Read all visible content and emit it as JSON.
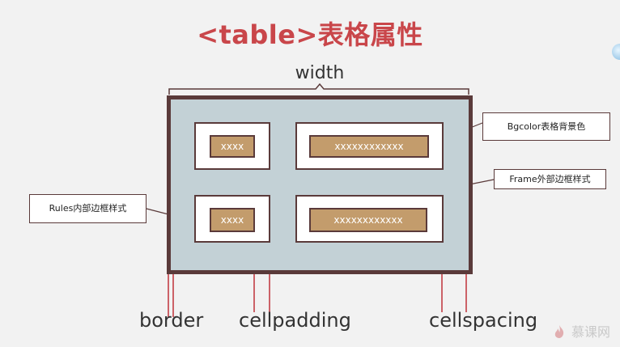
{
  "title": "<table>表格属性",
  "width_label": "width",
  "cells": [
    {
      "content": "xxxx"
    },
    {
      "content": "xxxxxxxxxxxx"
    },
    {
      "content": "xxxx"
    },
    {
      "content": "xxxxxxxxxxxx"
    }
  ],
  "callouts": {
    "bgcolor": "Bgcolor表格背景色",
    "frame": "Frame外部边框样式",
    "rules": "Rules内部边框样式"
  },
  "bottom_labels": {
    "border": "border",
    "cellpadding": "cellpadding",
    "cellspacing": "cellspacing"
  },
  "watermark": {
    "text": "慕课网",
    "icon": "flame-icon"
  },
  "colors": {
    "title": "#c9464a",
    "table_bg": "#c3d1d6",
    "border": "#5a3a3a",
    "content_fill": "#c39c6c",
    "indicator_lines": "#c0333a"
  }
}
